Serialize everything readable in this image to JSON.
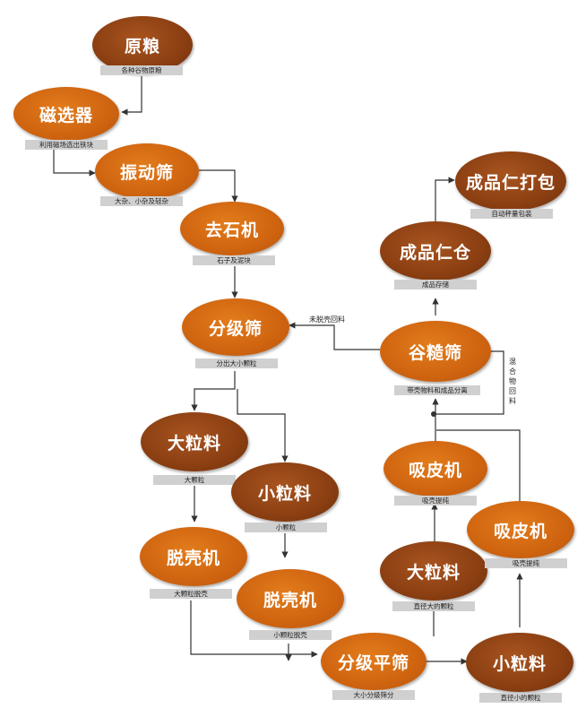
{
  "colors": {
    "dark_node": "#8b3f12",
    "light_node": "#cf6410",
    "caption_bg": "#d0d0d0",
    "line": "#333333"
  },
  "nodes": {
    "raw_grain": {
      "label": "原粮",
      "caption": "各种谷物原粮"
    },
    "magnetic_separator": {
      "label": "磁选器",
      "caption": "利用磁场选出铁块"
    },
    "vibrating_screen": {
      "label": "振动筛",
      "caption": "大杂、小杂及轻杂"
    },
    "destoner": {
      "label": "去石机",
      "caption": "石子及泥块"
    },
    "grading_screen": {
      "label": "分级筛",
      "caption": "分出大小颗粒"
    },
    "large_grains_1": {
      "label": "大粒料",
      "caption": "大颗粒"
    },
    "small_grains_1": {
      "label": "小粒料",
      "caption": "小颗粒"
    },
    "huller_large": {
      "label": "脱壳机",
      "caption": "大颗粒脱壳"
    },
    "huller_small": {
      "label": "脱壳机",
      "caption": "小颗粒脱壳"
    },
    "grading_plansifter": {
      "label": "分级平筛",
      "caption": "大小分级筛分"
    },
    "small_grains_2": {
      "label": "小粒料",
      "caption": "直径小的颗粒"
    },
    "large_grains_2": {
      "label": "大粒料",
      "caption": "直径大的颗粒"
    },
    "aspirator_right": {
      "label": "吸皮机",
      "caption": "吸壳提纯"
    },
    "aspirator_left": {
      "label": "吸皮机",
      "caption": "吸壳提纯"
    },
    "paddy_separator": {
      "label": "谷糙筛",
      "caption": "带壳物料和成品分离"
    },
    "kernel_bin": {
      "label": "成品仁仓",
      "caption": "成品存储"
    },
    "kernel_packing": {
      "label": "成品仁打包",
      "caption": "自动秤量包装"
    }
  },
  "edge_labels": {
    "unhulled_return": "未脱壳回料",
    "mixed_return": "混合物回料"
  }
}
